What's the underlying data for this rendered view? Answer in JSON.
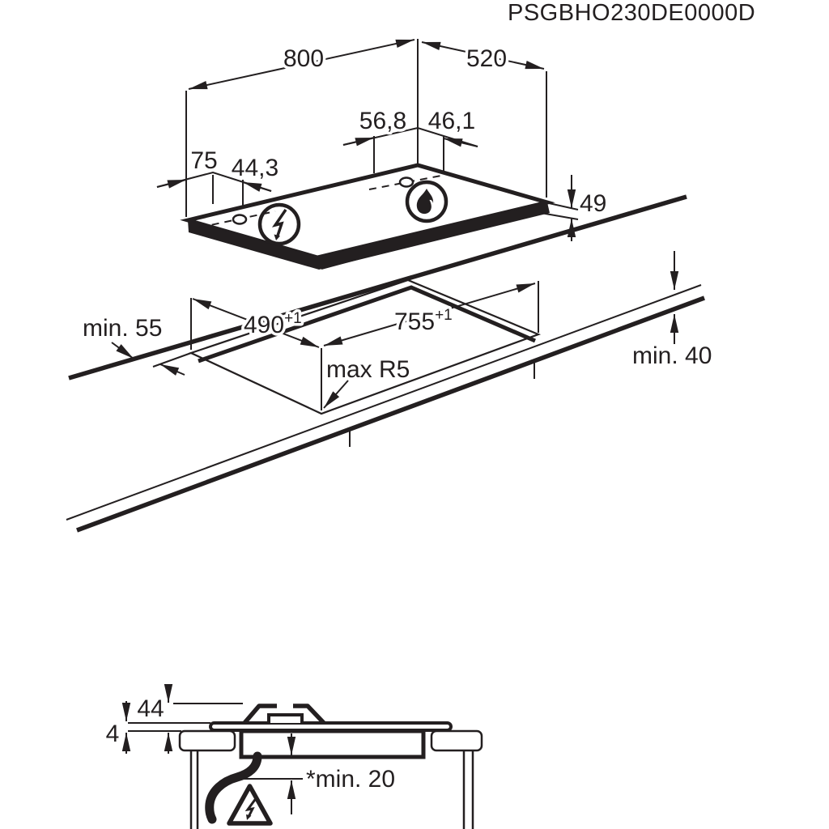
{
  "colors": {
    "ink": "#231f20",
    "background": "#ffffff"
  },
  "title": {
    "model_code": "PSGBHO230DE0000D"
  },
  "top_view": {
    "dims": {
      "width": "800",
      "depth": "520",
      "gas_hole_offset_left": "56,8",
      "gas_hole_offset_right": "46,1",
      "elec_hole_offset_left": "75",
      "elec_hole_offset_right": "44,3",
      "body_height": "49"
    },
    "icons": {
      "electric": "lightning-in-circle",
      "gas": "flame-in-circle"
    }
  },
  "cutout_view": {
    "dims": {
      "cutout_depth": "490",
      "cutout_depth_tolerance": "+1",
      "cutout_width": "755",
      "cutout_width_tolerance": "+1",
      "rear_clearance": "min. 55",
      "worktop_thickness": "min. 40",
      "corner_radius": "max R5"
    }
  },
  "side_view": {
    "dims": {
      "height_above_worktop": "44",
      "glass_above_worktop": "4",
      "clearance_below": "*min. 20"
    },
    "icons": {
      "warning": "electric-shock-warning-triangle"
    }
  }
}
